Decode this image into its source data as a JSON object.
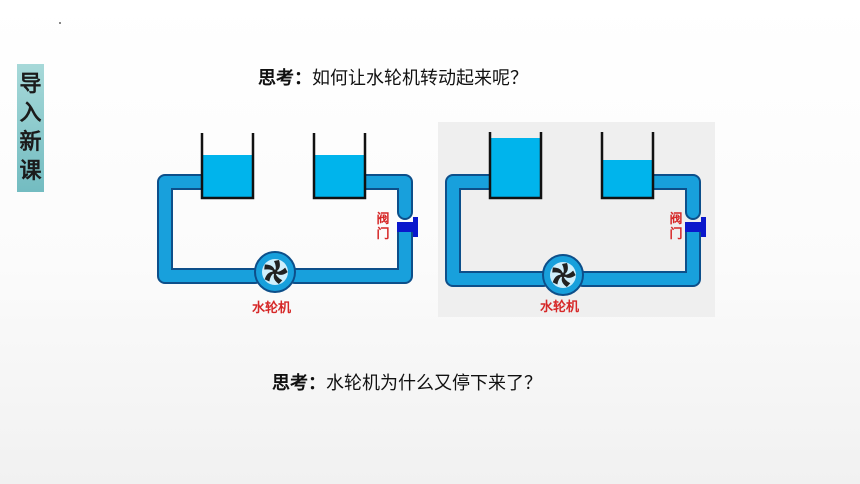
{
  "side_tag": [
    "导",
    "入",
    "新",
    "课"
  ],
  "question1": {
    "label": "思考：",
    "text": "如何让水轮机转动起来呢？"
  },
  "question2": {
    "label": "思考：",
    "text": "水轮机为什么又停下来了？"
  },
  "diagram_left": {
    "valve": [
      "阀",
      "门"
    ],
    "turbine": "水轮机"
  },
  "diagram_right": {
    "valve": [
      "阀",
      "门"
    ],
    "turbine": "水轮机"
  },
  "colors": {
    "pipe": "#18a0dc",
    "water": "#00b4ec",
    "valve": "#0a18cc",
    "label": "#d62828",
    "tag": "#8ccdd0",
    "panel": "#efefef"
  },
  "icons": [
    "turbine-icon",
    "valve-icon"
  ]
}
